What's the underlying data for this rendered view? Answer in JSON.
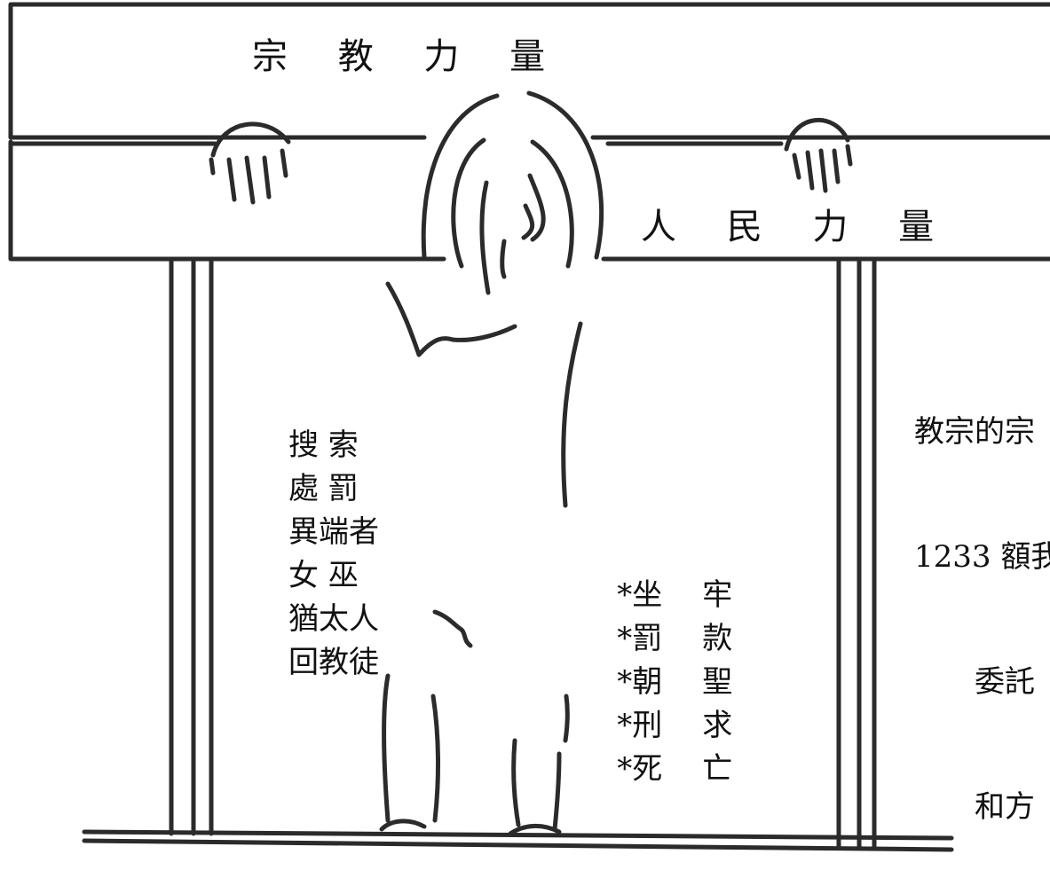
{
  "labels": {
    "religious_power": "宗 教 力 量",
    "people_power": "人 民 力 量"
  },
  "persecution_targets": [
    "搜 索",
    "處 罰",
    "異端者",
    "女 巫",
    "猶太人",
    "回教徒"
  ],
  "punishments": [
    {
      "a": "*坐",
      "b": "牢"
    },
    {
      "a": "*罰",
      "b": "款"
    },
    {
      "a": "*朝",
      "b": "聖"
    },
    {
      "a": "*刑",
      "b": "求"
    },
    {
      "a": "*死",
      "b": "亡"
    }
  ],
  "side_note": {
    "line1": "教宗的宗",
    "line2": "1233 額我",
    "line3": "委託",
    "line4": "和方"
  },
  "colors": {
    "stroke": "#2b2b2b",
    "background": "#ffffff",
    "text": "#111111"
  }
}
